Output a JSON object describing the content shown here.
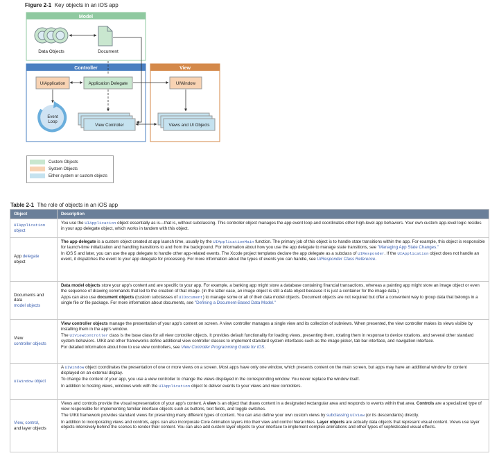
{
  "figure": {
    "label": "Figure 2-1",
    "title": "Key objects in an iOS app",
    "model_header": "Model",
    "controller_header": "Controller",
    "view_header": "View",
    "data_objects": "Data Objects",
    "document": "Document",
    "uiapplication": "UIApplication",
    "app_delegate": "Application Delegate",
    "uiwindow": "UIWindow",
    "event_loop_1": "Event",
    "event_loop_2": "Loop",
    "view_controller": "View Controller",
    "views_ui": "Views and UI Objects",
    "colors": {
      "model": "#8fc9a0",
      "controller": "#4a7fc1",
      "view": "#d4894a",
      "custom": "#c9e7cf",
      "system": "#f8d3b3",
      "either": "#c5e2ef"
    }
  },
  "legend": [
    {
      "label": "Custom Objects",
      "color": "#c9e7cf"
    },
    {
      "label": "System Objects",
      "color": "#f8d3b3"
    },
    {
      "label": "Either system or custom objects",
      "color": "#c5e2ef"
    }
  ],
  "table": {
    "label": "Table 2-1",
    "title": "The role of objects in an iOS app",
    "col_object": "Object",
    "col_description": "Description",
    "r1": {
      "obj_code": "UIApplication",
      "obj_text": "object",
      "p1a": "You use the ",
      "p1_code": "UIApplication",
      "p1b": " object essentially as is—that is, without subclassing. This controller object manages the app event loop and coordinates other high-level app behaviors. Your own custom app-level logic resides in your app delegate object, which works in tandem with this object."
    },
    "r2": {
      "obj_a": "App ",
      "obj_link": "delegate",
      "obj_b": "object",
      "p1_bold": "The app delegate",
      "p1a": " is a custom object created at app launch time, usually by the ",
      "p1_code": "UIApplicationMain",
      "p1b": " function. The primary job of this object is to handle state transitions within the app. For example, this object is responsible for launch-time initialization and handling transitions to and from the background. For information about how you use the app delegate to manage state transitions, see ",
      "p1_link": "\"Managing App State Changes.\"",
      "p2a": "In iOS 5 and later, you can use the app delegate to handle other app-related events. The Xcode project templates declare the app delegate as a subclass of ",
      "p2_code1": "UIResponder",
      "p2b": ". If the ",
      "p2_code2": "UIApplication",
      "p2c": " object does not handle an event, it dispatches the event to your app delegate for processing. For more information about the types of events you can handle, see ",
      "p2_link": "UIResponder Class Reference",
      "p2d": "."
    },
    "r3": {
      "obj_a": "Documents and data",
      "obj_link": "model objects",
      "p1_bold": "Data model objects",
      "p1a": " store your app's content and are specific to your app. For example, a banking app might store a database containing financial transactions, whereas a painting app might store an image object or even the sequence of drawing commands that led to the creation of that image. (In the latter case, an image object is still a data object because it is just a container for the image data.)",
      "p2a": "Apps can also use ",
      "p2_bold": "document objects",
      "p2b": " (custom subclasses of ",
      "p2_code": "UIDocument",
      "p2c": ") to manage some or all of their data model objects. Document objects are not required but offer a convenient way to group data that belongs in a single file or file package. For more information about documents, see ",
      "p2_link": "\"Defining a Document-Based Data Model.\""
    },
    "r4": {
      "obj_a": "View",
      "obj_link": "controller objects",
      "p1_bold": "View controller objects",
      "p1a": " manage the presentation of your app's content on screen. A view controller manages a single view and its collection of subviews. When presented, the view controller makes its views visible by installing them in the app's window.",
      "p2a": "The ",
      "p2_code": "UIViewController",
      "p2b": " class is the base class for all view controller objects. It provides default functionality for loading views, presenting them, rotating them in response to device rotations, and several other standard system behaviors. UIKit and other frameworks define additional view controller classes to implement standard system interfaces such as the image picker, tab bar interface, and navigation interface.",
      "p3a": "For detailed information about how to use view controllers, see ",
      "p3_link": "View Controller Programming Guide for iOS",
      "p3b": "."
    },
    "r5": {
      "obj_code": "UIWindow",
      "obj_link": "object",
      "p1a": "A ",
      "p1_code": "UIWindow",
      "p1b": " object coordinates the presentation of one or more views on a screen. Most apps have only one window, which presents content on the main screen, but apps may have an additional window for content displayed on an external display.",
      "p2": "To change the content of your app, you use a view controller to change the views displayed in the corresponding window. You never replace the window itself.",
      "p3a": "In addition to hosting views, windows work with the ",
      "p3_code": "UIApplication",
      "p3b": " object to deliver events to your views and view controllers."
    },
    "r6": {
      "obj_link1": "View",
      "obj_a": ", ",
      "obj_link2": "control",
      "obj_b": ",",
      "obj_c": "and layer objects",
      "p1a": "Views and controls provide the visual representation of your app's content. A ",
      "p1_bold1": "view",
      "p1b": " is an object that draws content in a designated rectangular area and responds to events within that area. ",
      "p1_bold2": "Controls",
      "p1c": " are a specialized type of view responsible for implementing familiar interface objects such as buttons, text fields, and toggle switches.",
      "p2a": "The UIKit framework provides standard views for presenting many different types of content. You can also define your own custom views by ",
      "p2_link": "subclassing",
      "p2_code": "UIView",
      "p2b": " (or its descendants) directly.",
      "p3a": "In addition to incorporating views and controls, apps can also incorporate Core Animation layers into their view and control hierarchies. ",
      "p3_bold": "Layer objects",
      "p3b": " are actually data objects that represent visual content. Views use layer objects intensively behind the scenes to render their content. You can also add custom layer objects to your interface to implement complex animations and other types of sophisticated visual effects."
    }
  }
}
